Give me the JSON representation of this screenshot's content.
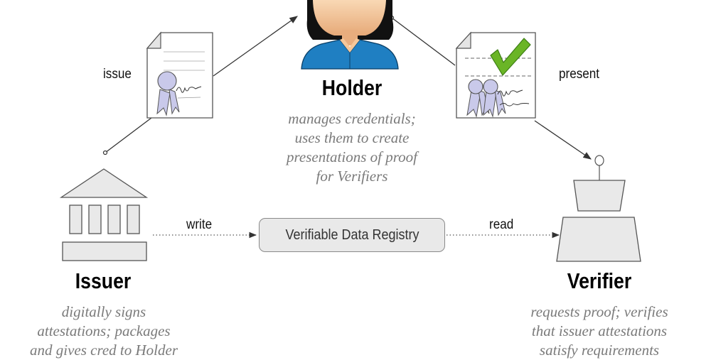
{
  "holder": {
    "title": "Holder",
    "description": [
      "manages credentials;",
      "uses them to create",
      "presentations of proof",
      "for Verifiers"
    ]
  },
  "issuer": {
    "title": "Issuer",
    "description": [
      "digitally signs",
      "attestations; packages",
      "and gives cred to Holder"
    ]
  },
  "verifier": {
    "title": "Verifier",
    "description": [
      "requests proof; verifies",
      "that issuer attestations",
      "satisfy requirements"
    ]
  },
  "registry": {
    "label": "Verifiable Data Registry"
  },
  "flows": {
    "issue": "issue",
    "present": "present",
    "write": "write",
    "read": "read"
  },
  "colors": {
    "holder_shirt": "#1f7fc2",
    "holder_skin": "#f5c79a",
    "checkmark": "#6ab526",
    "figure_fill": "#c9c9ea",
    "box_fill": "#e9e9e9"
  }
}
